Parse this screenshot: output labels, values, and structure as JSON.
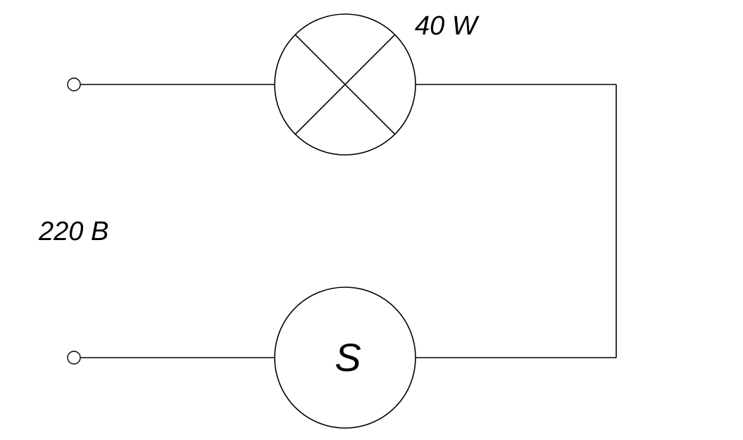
{
  "labels": {
    "lamp_power": "40 W",
    "supply_voltage": "220 B",
    "component_symbol": "S"
  },
  "components": {
    "lamp": {
      "type": "lamp",
      "symbol": "circle-with-cross"
    },
    "device": {
      "type": "circle-symbol"
    },
    "terminals": {
      "count": 2
    }
  },
  "colors": {
    "stroke": "#000000",
    "background": "#ffffff"
  }
}
